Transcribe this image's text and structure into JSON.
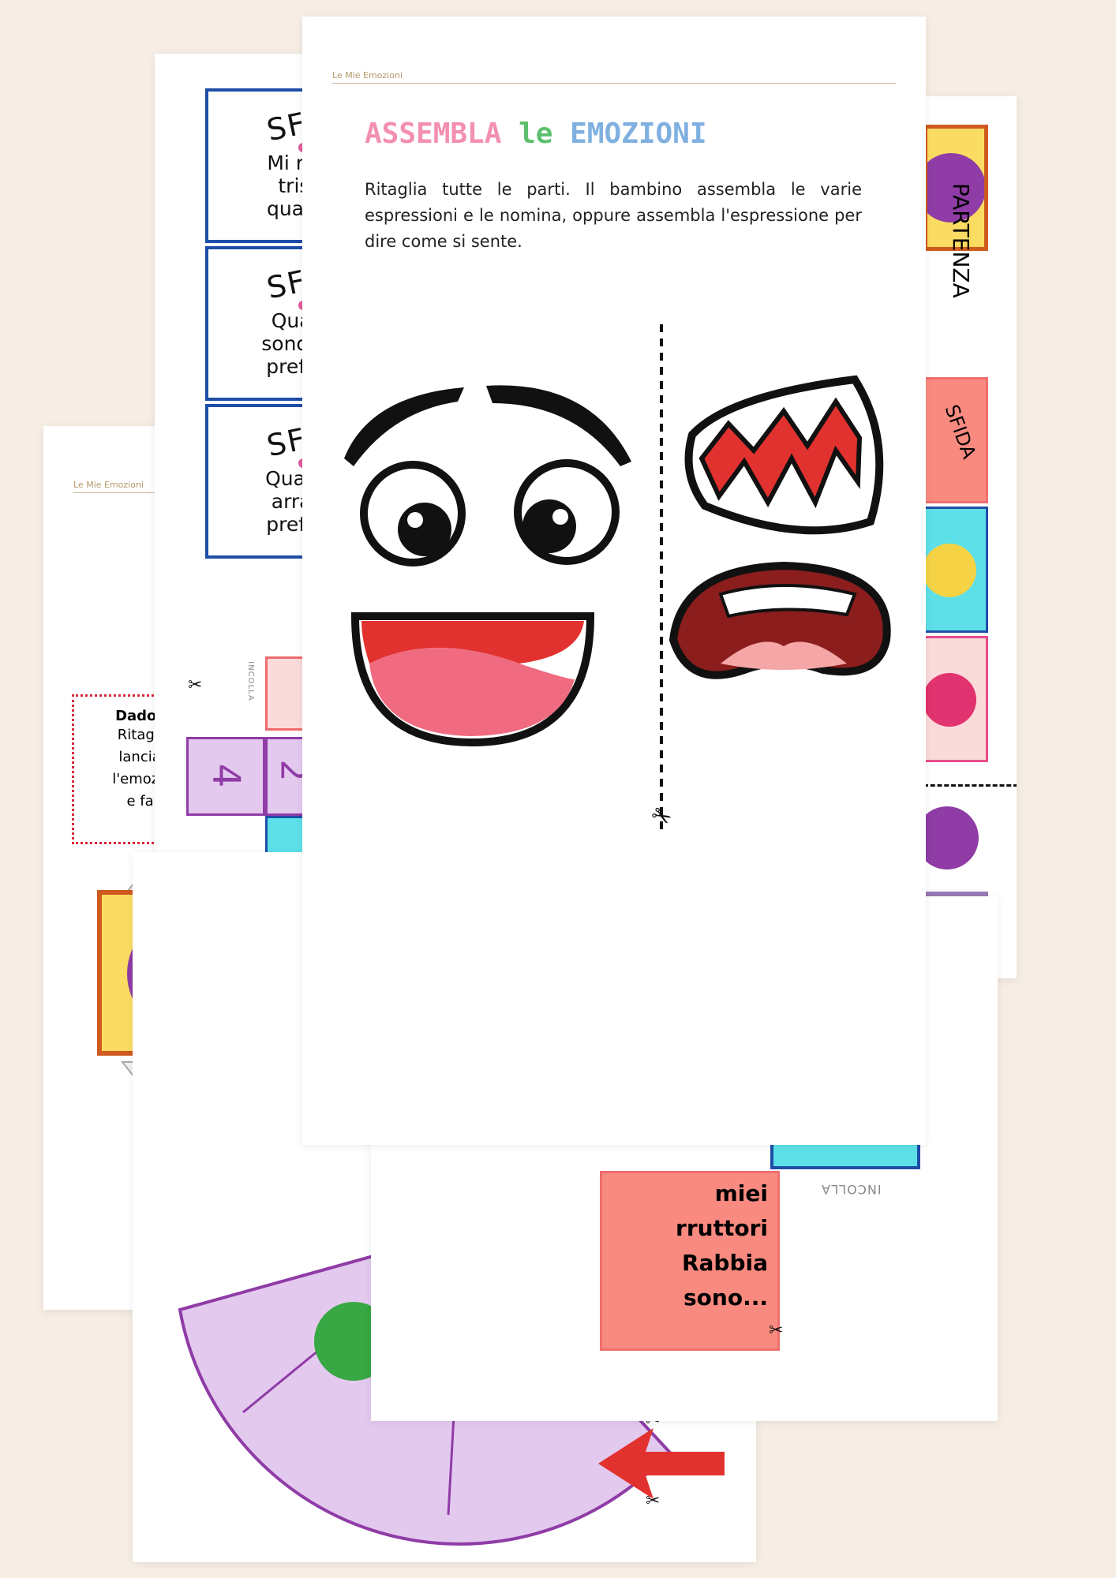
{
  "header": {
    "brand": "Le Mie Emozioni"
  },
  "main": {
    "title": {
      "word1": "ASSEMBLA",
      "word2": "le",
      "word3": "EMOZIONI"
    },
    "instructions": "Ritaglia tutte le parti. Il bambino assembla le varie espressioni e le nomina, oppure assembla l'espressione per dire come si sente."
  },
  "challenge_cards": [
    {
      "title": "SFID",
      "lines": [
        "Mi rend",
        "triste",
        "quando"
      ]
    },
    {
      "title": "SFID",
      "lines": [
        "Quand",
        "sono tris",
        "preferis"
      ]
    },
    {
      "title": "SFID",
      "lines": [
        "Quando",
        "arrabb",
        "preferis"
      ]
    }
  ],
  "dice_page": {
    "heading": "Dado del",
    "lines": [
      "Ritaglia, i",
      "lancia i d",
      "l'emozione",
      "e fai le"
    ],
    "glue_label": "INCOLLA",
    "dice_faces": [
      "4",
      "2"
    ]
  },
  "board": {
    "start_label": "PARTENZA",
    "challenge_label": "SFIDA",
    "glue_label": "INCOLLA"
  },
  "card_fragment": {
    "lines": [
      "miei",
      "rruttori",
      "Rabbia",
      "sono..."
    ]
  },
  "colors": {
    "pink": "#f38fb1",
    "yellow": "#f5c243",
    "green": "#5cbf6c",
    "blue": "#7fb0e0",
    "purple": "#8f3ca6",
    "red": "#e1322f",
    "card_border": "#1f4ea8"
  },
  "icons": [
    "scissors-icon",
    "brain-logo-icon",
    "arrow-icon",
    "emoji-face-icon"
  ]
}
